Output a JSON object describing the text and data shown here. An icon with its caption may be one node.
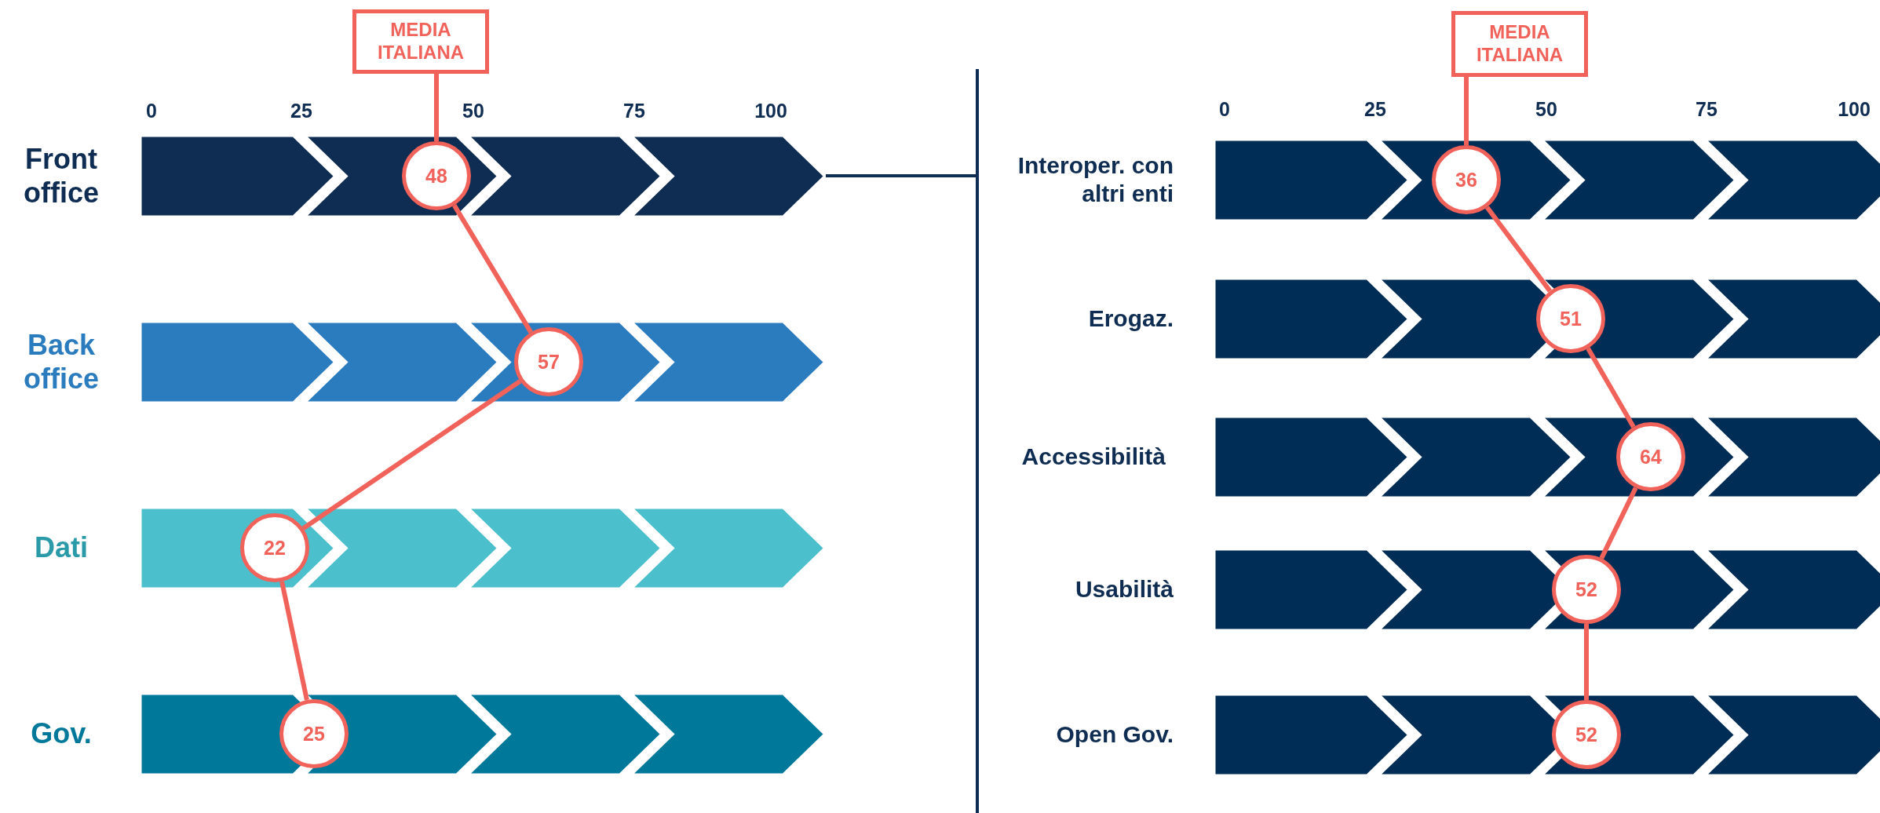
{
  "diagram": {
    "nodes": [
      {
        "text": [
          "MEDIA ITALIANA"
        ]
      },
      {
        "text": [
          "Front office"
        ]
      },
      {
        "text": [
          "48"
        ],
        "in": 1
      },
      {
        "text": [
          "Back office"
        ]
      },
      {
        "text": [
          "57"
        ],
        "in": 3
      },
      {
        "text": [
          "Dati"
        ]
      },
      {
        "text": [
          "22"
        ],
        "in": 5
      },
      {
        "text": [
          "Gov."
        ]
      },
      {
        "text": [
          "25"
        ],
        "in": 7
      },
      {
        "text": [
          "MEDIA ITALIANA"
        ]
      },
      {
        "text": [
          "Interoper. con altri enti"
        ]
      },
      {
        "text": [
          "36"
        ],
        "in": 10
      },
      {
        "text": [
          "Erogaz."
        ]
      },
      {
        "text": [
          "51"
        ],
        "in": 12
      },
      {
        "text": [
          "Accessibilità"
        ]
      },
      {
        "text": [
          "64"
        ],
        "in": 14
      },
      {
        "text": [
          "Usabilità"
        ]
      },
      {
        "text": [
          "52"
        ],
        "in": 16
      },
      {
        "text": [
          "Open Gov."
        ]
      },
      {
        "text": [
          "52"
        ],
        "in": 18
      }
    ],
    "edges": [
      {
        "from": 0,
        "to": 2,
        "arrow": "none"
      },
      {
        "from": 2,
        "to": 4,
        "arrow": "none"
      },
      {
        "from": 4,
        "to": 6,
        "arrow": "none"
      },
      {
        "from": 6,
        "to": 8,
        "arrow": "none"
      },
      {
        "from": 9,
        "to": 11,
        "arrow": "none"
      },
      {
        "from": 11,
        "to": 13,
        "arrow": "none"
      },
      {
        "from": 13,
        "to": 15,
        "arrow": "none"
      },
      {
        "from": 15,
        "to": 17,
        "arrow": "none"
      },
      {
        "from": 17,
        "to": 19,
        "arrow": "none"
      },
      {
        "from": 1,
        "to": null,
        "arrow": "none",
        "color": "#0f2d52"
      }
    ],
    "labels": [
      "0",
      "25",
      "50",
      "75",
      "100",
      "0",
      "25",
      "50",
      "75",
      "100"
    ]
  }
}
